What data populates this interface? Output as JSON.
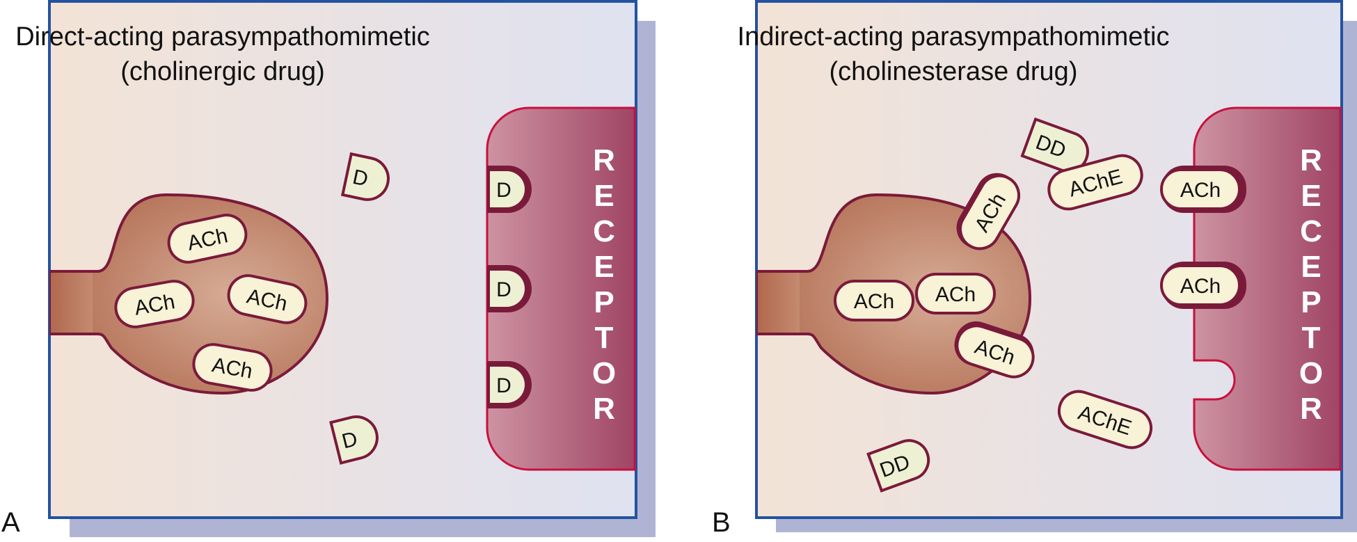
{
  "colors": {
    "frame_border": "#2452a0",
    "shadow": "#b0b4d4",
    "bg_left": "#f3e3d6",
    "bg_right": "#dfe2f1",
    "neuron_dark": "#b0694e",
    "neuron_light": "#d4a790",
    "outline": "#7a1a3a",
    "receptor_light": "#cc8f9e",
    "receptor_dark": "#a24868",
    "receptor_edge": "#c8103c",
    "ach_fill": "#f8f2d6",
    "d_fill": "#eef0d4"
  },
  "panels": [
    {
      "label": "A",
      "title_line1": "Direct-acting parasympathomimetic",
      "title_line2": "(cholinergic drug)",
      "receptor_letters": [
        "R",
        "E",
        "C",
        "E",
        "P",
        "T",
        "O",
        "R"
      ],
      "vesicle_molecules": [
        "ACh",
        "ACh",
        "ACh",
        "ACh"
      ],
      "free_drug": [
        "D",
        "D"
      ],
      "bound_to_receptor": [
        "D",
        "D",
        "D"
      ]
    },
    {
      "label": "B",
      "title_line1": "Indirect-acting parasympathomimetic",
      "title_line2": "(cholinesterase drug)",
      "receptor_letters": [
        "R",
        "E",
        "C",
        "E",
        "P",
        "T",
        "O",
        "R"
      ],
      "vesicle_molecules": [
        "ACh",
        "ACh"
      ],
      "released_molecules": [
        "ACh",
        "ACh"
      ],
      "drug_enzyme_complexes": [
        {
          "drug": "DD",
          "enzyme": "AChE"
        },
        {
          "drug": "DD",
          "enzyme": "AChE"
        }
      ],
      "bound_to_receptor": [
        "ACh",
        "ACh"
      ],
      "empty_receptor_sites": 1
    }
  ]
}
